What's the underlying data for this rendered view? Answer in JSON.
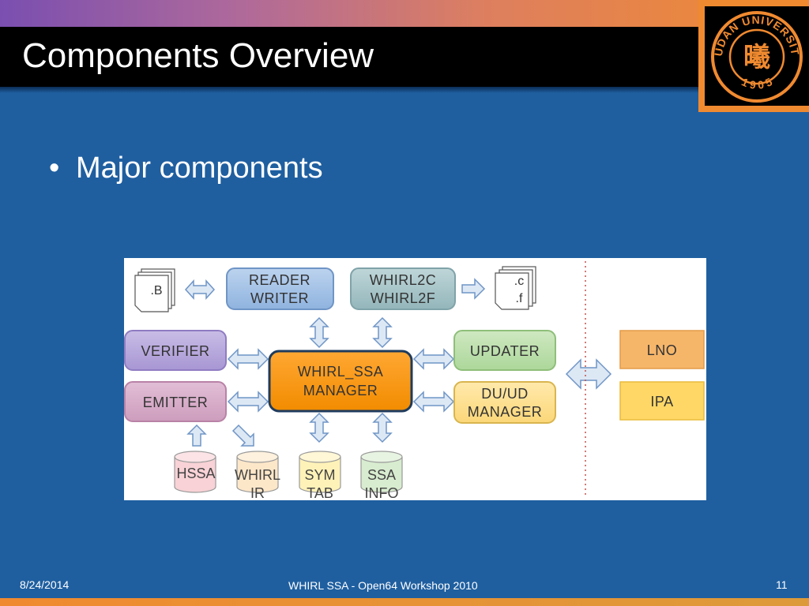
{
  "slide": {
    "title": "Components Overview",
    "bullet": "Major components",
    "logo": {
      "ring_text": "FUDAN UNIVERSITY",
      "year": "1 9 0 5",
      "seal_glyph": "曦"
    },
    "colors": {
      "background": "#1f5fa0",
      "accent": "#f08a30",
      "title_bar": "#000000"
    }
  },
  "diagram": {
    "doc_b": ".B",
    "doc_cf": [
      ".c",
      ".f"
    ],
    "reader_writer": [
      "READER",
      "WRITER"
    ],
    "whirl2c": [
      "WHIRL2C",
      "WHIRL2F"
    ],
    "verifier": "VERIFIER",
    "emitter": "EMITTER",
    "manager": [
      "WHIRL_SSA",
      "MANAGER"
    ],
    "updater": "UPDATER",
    "duud": [
      "DU/UD",
      "MANAGER"
    ],
    "lno": "LNO",
    "ipa": "IPA",
    "hssa": "HSSA",
    "whirl_ir": [
      "WHIRL",
      "IR"
    ],
    "symtab": [
      "SYM",
      "TAB"
    ],
    "ssainfo": [
      "SSA",
      "INFO"
    ]
  },
  "footer": {
    "date": "8/24/2014",
    "center": "WHIRL SSA - Open64 Workshop 2010",
    "page": "11"
  }
}
